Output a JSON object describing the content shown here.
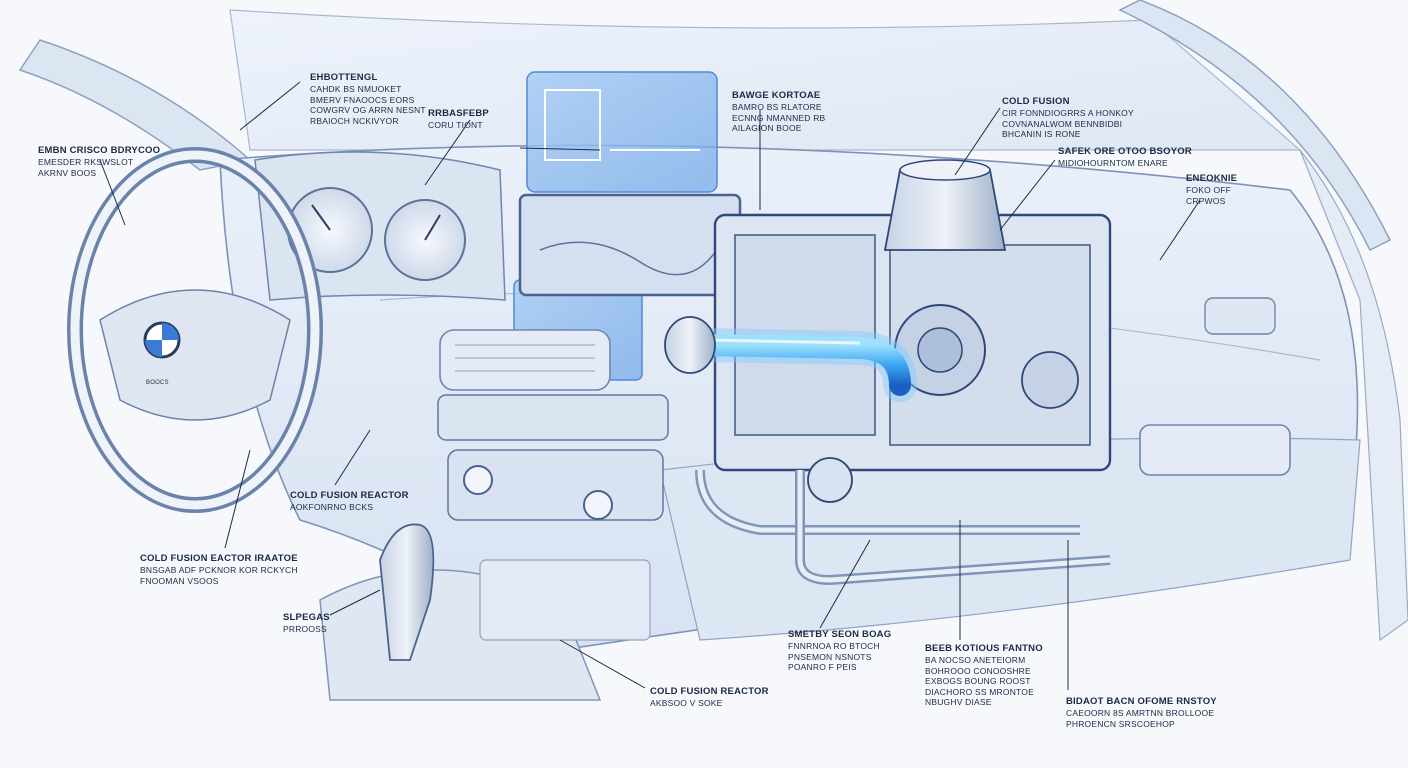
{
  "callouts": [
    {
      "id": "c-top-left",
      "title": "EHBOTTENGL",
      "lines": [
        "CAHDK BS NMUOKET",
        "BMERV FNAOOCS EORS",
        "COWGRV OG ARRN NESNT",
        "RBAIOCH NCKIVYOR"
      ]
    },
    {
      "id": "c-left",
      "title": "EMBN CRISCO BDRYCOO",
      "lines": [
        "EMESDER RKSWSLOT",
        "AKRNV BOOS"
      ]
    },
    {
      "id": "c-hud",
      "title": "RRBASFEBP",
      "lines": [
        "CORU TIONT"
      ]
    },
    {
      "id": "c-center-top",
      "title": "BAWGE KORTOAE",
      "lines": [
        "BAMRO BS RLATORE",
        "ECNNG NMANNED RB",
        "AILAGION BOOE"
      ]
    },
    {
      "id": "c-cold-fusion-top",
      "title": "COLD FUSION",
      "lines": [
        "CIR FONNDIOGRRS A HONKOY",
        "COVNANALWOM BENNBIDBI",
        "BHCANIN IS RONE"
      ]
    },
    {
      "id": "c-safety",
      "title": "SAFEK ORE OTOO BSOYOR",
      "lines": [
        "MIDIOHOURNTOM ENARE"
      ]
    },
    {
      "id": "c-right",
      "title": "ENEOKNIE",
      "lines": [
        "FOKO OFF",
        "CRPWOS"
      ]
    },
    {
      "id": "c-reactor-mid",
      "title": "COLD FUSION REACTOR",
      "lines": [
        "AOKFONRNO BCKS"
      ]
    },
    {
      "id": "c-reactor-left",
      "title": "COLD FUSION EACTOR IRAATOE",
      "lines": [
        "BNSGAB ADF PCKNOR KOR RCKYCH",
        "FNOOMAN VSOOS"
      ]
    },
    {
      "id": "c-gear",
      "title": "SLPEGAS",
      "lines": [
        "PRROOSS"
      ]
    },
    {
      "id": "c-reactor-bottom",
      "title": "COLD FUSION REACTOR",
      "lines": [
        "AKBSOO V SOKE"
      ]
    },
    {
      "id": "c-smetry",
      "title": "SMETBY SEON BOAG",
      "lines": [
        "FNNRNOA RO BTOCH",
        "PNSEMON NSNOTS",
        "POANRO F PEIS"
      ]
    },
    {
      "id": "c-bottom-mid",
      "title": "BEEB KOTIOUS FANTNO",
      "lines": [
        "BA NOCSO ANETEIORM",
        "BOHROOO CONOOSHRE",
        "EXBOGS BOUNG ROOST",
        "DIACHORO SS MRONTOE",
        "NBUGHV DIASE"
      ]
    },
    {
      "id": "c-bottom-right",
      "title": "BIDAOT BACN OFOME RNSTOY",
      "lines": [
        "CAEOORN 8S AMRTNN BROLLOOE",
        "PHROENCN SRSCOEHOP"
      ]
    }
  ],
  "badge": {
    "steering_text": "BOOCS"
  }
}
